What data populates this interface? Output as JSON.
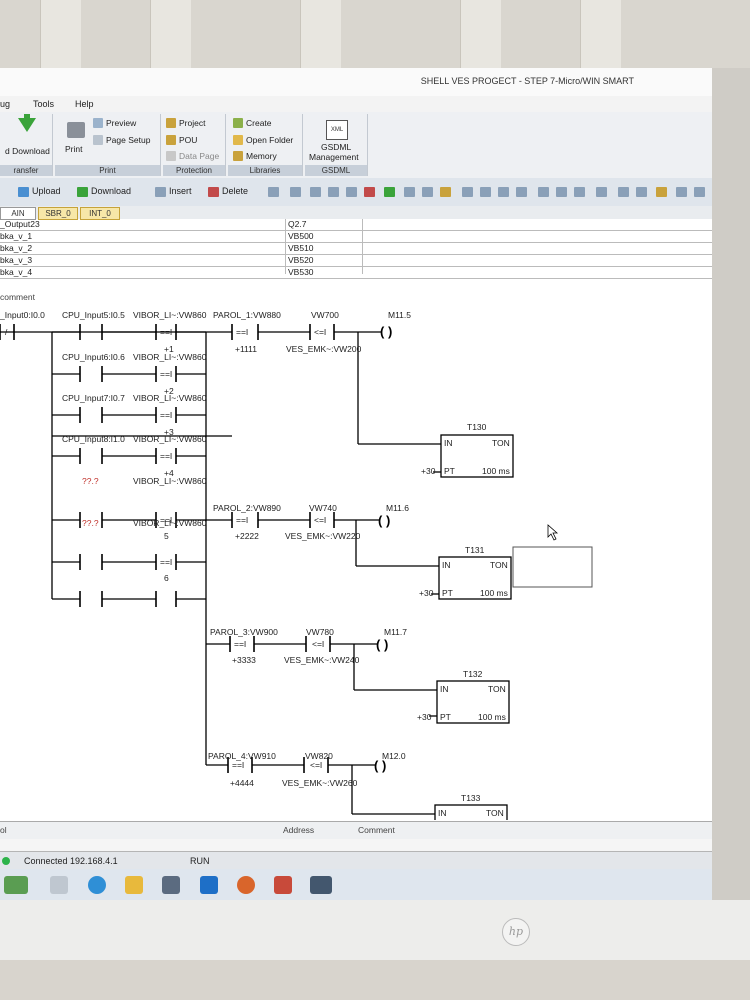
{
  "window": {
    "title": "SHELL VES PROGECT - STEP 7-Micro/WIN SMART"
  },
  "menu": {
    "debug": "ug",
    "tools": "Tools",
    "help": "Help"
  },
  "ribbon": {
    "download": "d Download",
    "transfer_label": "ransfer",
    "print": "Print",
    "preview": "Preview",
    "page_setup": "Page Setup",
    "print_group": "Print",
    "project": "Project",
    "pou": "POU",
    "data_page": "Data Page",
    "protection_group": "Protection",
    "create": "Create",
    "open_folder": "Open Folder",
    "memory": "Memory",
    "libraries_group": "Libraries",
    "gsdml_icon_text": "XML",
    "gsdml_line1": "GSDML",
    "gsdml_line2": "Management",
    "gsdml_group": "GSDML"
  },
  "toolbar": {
    "upload": "Upload",
    "download": "Download",
    "insert": "Insert",
    "delete": "Delete"
  },
  "tabs": [
    "AIN",
    "SBR_0",
    "INT_0"
  ],
  "symbols": [
    {
      "name": "_Output23",
      "addr": "Q2.7"
    },
    {
      "name": "bka_v_1",
      "addr": "VB500"
    },
    {
      "name": "bka_v_2",
      "addr": "VB510"
    },
    {
      "name": "bka_v_3",
      "addr": "VB520"
    },
    {
      "name": "bka_v_4",
      "addr": "VB530"
    }
  ],
  "network_comment": "comment",
  "ladder": {
    "input0": "_Input0:I0.0",
    "contact_slash": "/",
    "cpu5": "CPU_Input5:I0.5",
    "cpu6": "CPU_Input6:I0.6",
    "cpu7": "CPU_Input7:I0.7",
    "cpu8": "CPU_Input8:I1.0",
    "unknown": "??.?",
    "vibor": "VIBOR_LI~:VW860",
    "eq_op": "==I",
    "le_op": "<=I",
    "val_1": "+1",
    "val_2": "+2",
    "val_3": "+3",
    "val_4": "+4",
    "val_5": "5",
    "val_6": "6",
    "parol1": "PAROL_1:VW880",
    "parol1_val": "+1111",
    "parol2": "PAROL_2:VW890",
    "parol2_val": "+2222",
    "parol3": "PAROL_3:VW900",
    "parol3_val": "+3333",
    "parol4": "PAROL_4:VW910",
    "parol4_val": "+4444",
    "vw700": "VW700",
    "vw740": "VW740",
    "vw780": "VW780",
    "vw820": "VW820",
    "ves200": "VES_EMK~:VW200",
    "ves220": "VES_EMK~:VW220",
    "ves240": "VES_EMK~:VW240",
    "ves260": "VES_EMK~:VW260",
    "m115": "M11.5",
    "m116": "M11.6",
    "m117": "M11.7",
    "m120": "M12.0",
    "coil": "(   )",
    "t130": "T130",
    "t131": "T131",
    "t132": "T132",
    "t133": "T133",
    "in": "IN",
    "ton": "TON",
    "pt": "PT",
    "preset": "+30",
    "ms": "100 ms"
  },
  "bottom": {
    "col1": "ol",
    "address": "Address",
    "comment": "Comment"
  },
  "status": {
    "connected": "Connected 192.168.4.1",
    "mode": "RUN"
  },
  "monitor": {
    "brand": "hp"
  }
}
